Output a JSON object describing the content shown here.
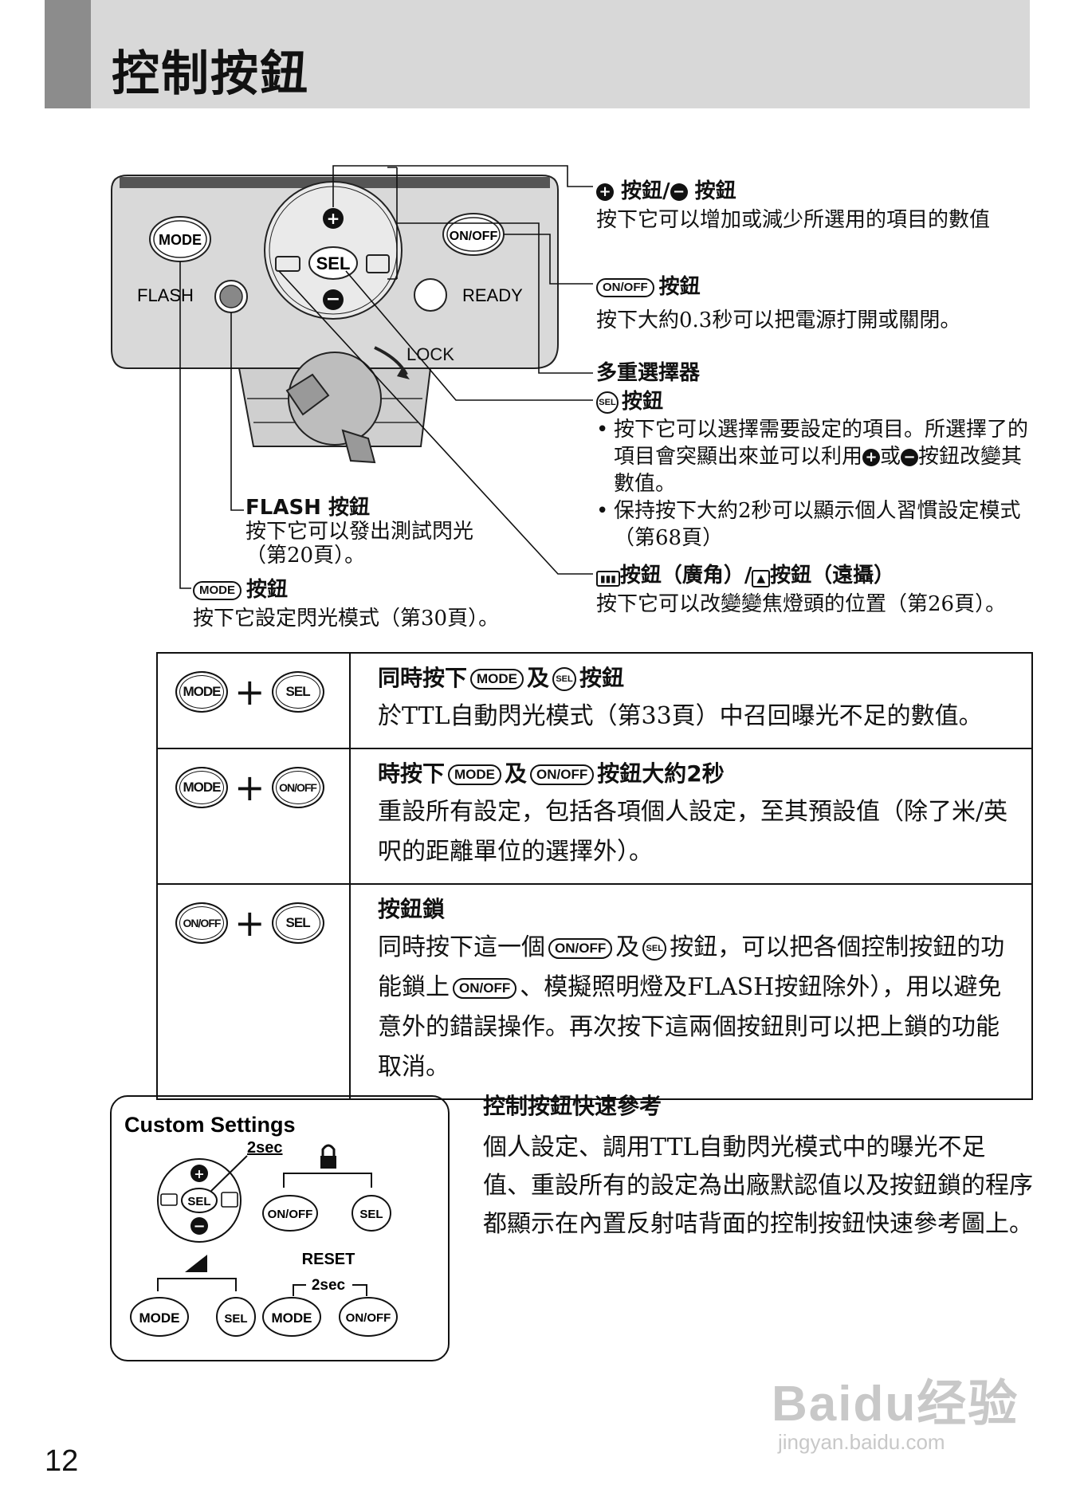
{
  "page": {
    "title": "控制按鈕",
    "number": "12"
  },
  "diagram": {
    "flash_labels": {
      "mode": "MODE",
      "on_off": "ON/OFF",
      "sel": "SEL",
      "flash": "FLASH",
      "ready": "READY",
      "lock": "LOCK"
    },
    "callouts": {
      "plus_minus": {
        "title": "按鈕/",
        "title_suffix": "按鈕",
        "desc": "按下它可以增加或減少所選用的項目的數值"
      },
      "on_off": {
        "icon": "ON/OFF",
        "title": "按鈕",
        "desc": "按下大約0.3秒可以把電源打開或關閉。"
      },
      "multi_selector": {
        "title": "多重選擇器"
      },
      "sel": {
        "icon": "SEL",
        "title": "按鈕",
        "bullets": [
          "按下它可以選擇需要設定的項目。所選擇了的項目會突顯出來並可以利用",
          "保持按下大約2秒可以顯示個人習慣設定模式（第68頁）"
        ],
        "bullet1_mid": "或",
        "bullet1_end": "按鈕改變其數值。"
      },
      "zoom": {
        "title_wide": "按鈕（廣角）/",
        "title_tele": "按鈕（遠攝）",
        "desc": "按下它可以改變變焦燈頭的位置（第26頁）。"
      },
      "flash": {
        "title": "FLASH 按鈕",
        "desc1": "按下它可以發出測試閃光",
        "desc2": "（第20頁）。"
      },
      "mode": {
        "icon": "MODE",
        "title": "按鈕",
        "desc": "按下它設定閃光模式（第30頁）。"
      }
    }
  },
  "combos": [
    {
      "btn_a": "MODE",
      "btn_b": "SEL",
      "title_pre": "同時按下",
      "title_a": "MODE",
      "title_mid": "及",
      "title_b": "SEL",
      "title_post": "按鈕",
      "desc": "於TTL自動閃光模式（第33頁）中召回曝光不足的數值。"
    },
    {
      "btn_a": "MODE",
      "btn_b": "ON/OFF",
      "title_pre": "時按下",
      "title_a": "MODE",
      "title_mid": "及",
      "title_b": "ON/OFF",
      "title_post": "按鈕大約2秒",
      "desc": "重設所有設定，包括各項個人設定，至其預設值（除了米/英呎的距離單位的選擇外）。"
    },
    {
      "btn_a": "ON/OFF",
      "btn_b": "SEL",
      "title": "按鈕鎖",
      "desc_pre": "同時按下這一個",
      "desc_a": "ON/OFF",
      "desc_mid": "及",
      "desc_b": "SEL",
      "desc_mid2": "按鈕，可以把各個控制按鈕的功能鎖上",
      "desc_c": "ON/OFF",
      "desc_post": "、模擬照明燈及FLASH按鈕除外），用以避免意外的錯誤操作。再次按下這兩個按鈕則可以把上鎖的功能取消。"
    }
  ],
  "quickref": {
    "panel_title": "Custom Settings",
    "two_sec": "2sec",
    "reset": "RESET",
    "reset_two_sec": "2sec",
    "on_off": "ON/OFF",
    "sel": "SEL",
    "mode": "MODE",
    "heading": "控制按鈕快速參考",
    "body": "個人設定、調用TTL自動閃光模式中的曝光不足值、重設所有的設定為出廠默認值以及按鈕鎖的程序都顯示在內置反射咭背面的控制按鈕快速參考圖上。"
  },
  "watermark": {
    "brand": "Baidu经验",
    "url": "jingyan.baidu.com"
  }
}
